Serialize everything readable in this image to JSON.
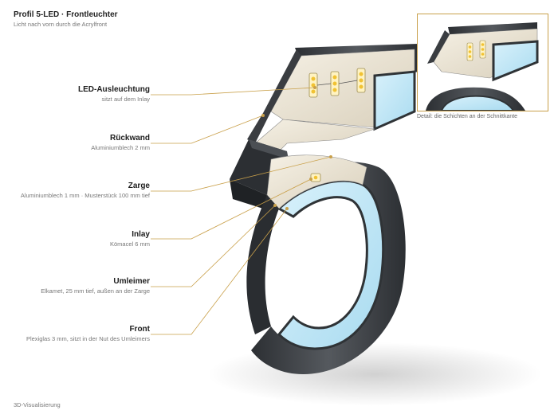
{
  "header": {
    "title": "Profil 5-LED · Frontleuchter",
    "subtitle": "Licht nach vorn durch die Acrylfront"
  },
  "labels": [
    {
      "name": "LED-Ausleuchtung",
      "desc": "sitzt auf dem Inlay"
    },
    {
      "name": "Rückwand",
      "desc": "Aluminiumblech 2 mm"
    },
    {
      "name": "Zarge",
      "desc": "Aluminiumblech 1 mm · Musterstück 100 mm tief"
    },
    {
      "name": "Inlay",
      "desc": "Kömacel 6 mm"
    },
    {
      "name": "Umleimer",
      "desc": "Elkamet, 25 mm tief, außen an der Zarge"
    },
    {
      "name": "Front",
      "desc": "Plexiglas 3 mm, sitzt in der Nut des Umleimers"
    }
  ],
  "detail": {
    "caption": "Detail: die Schichten an der Schnittkante"
  },
  "footer": {
    "text": "3D-Visualisierung"
  },
  "colors": {
    "leader": "#c9a04a",
    "acrylic": "#bfe6f7",
    "edge_band": "#3f4347",
    "inlay": "#e9e2d2"
  }
}
